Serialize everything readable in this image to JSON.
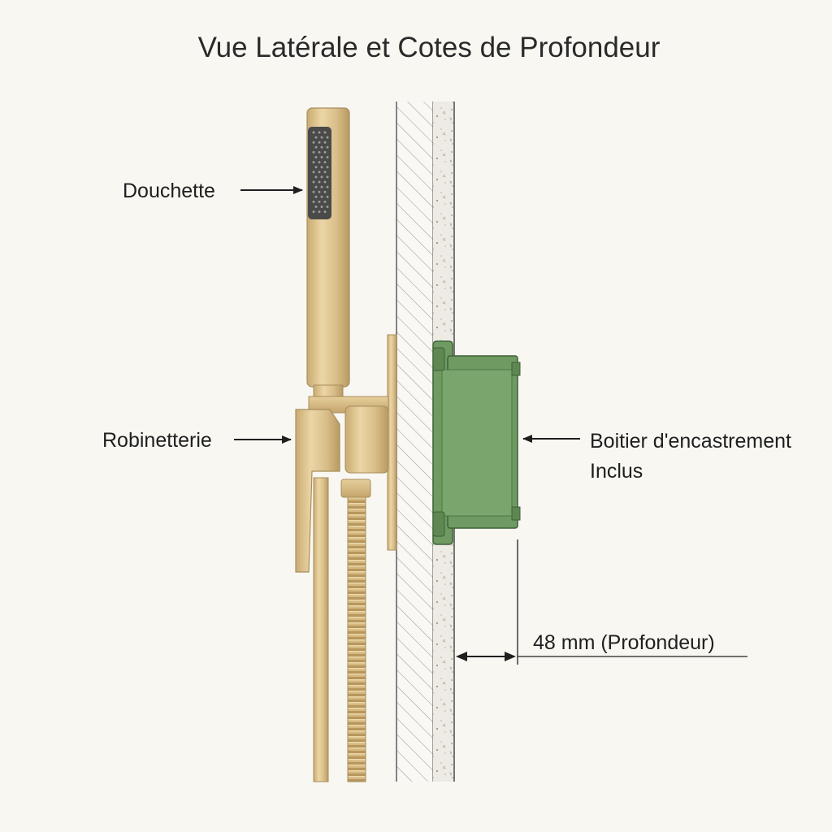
{
  "title": "Vue Latérale et Cotes de Profondeur",
  "callouts": {
    "douchette": "Douchette",
    "robinetterie": "Robinetterie",
    "boitier_line1": "Boitier d'encastrement",
    "boitier_line2": "Inclus"
  },
  "dimension": {
    "value_mm": 48,
    "label": "48 mm (Profondeur)"
  },
  "colors": {
    "brass": "#d9bf8a",
    "brass_dark": "#a88d5c",
    "box_green": "#6f9a62",
    "box_green_dark": "#3d6236",
    "nozzle": "#4a4a4a",
    "background": "#f9f7f2"
  }
}
